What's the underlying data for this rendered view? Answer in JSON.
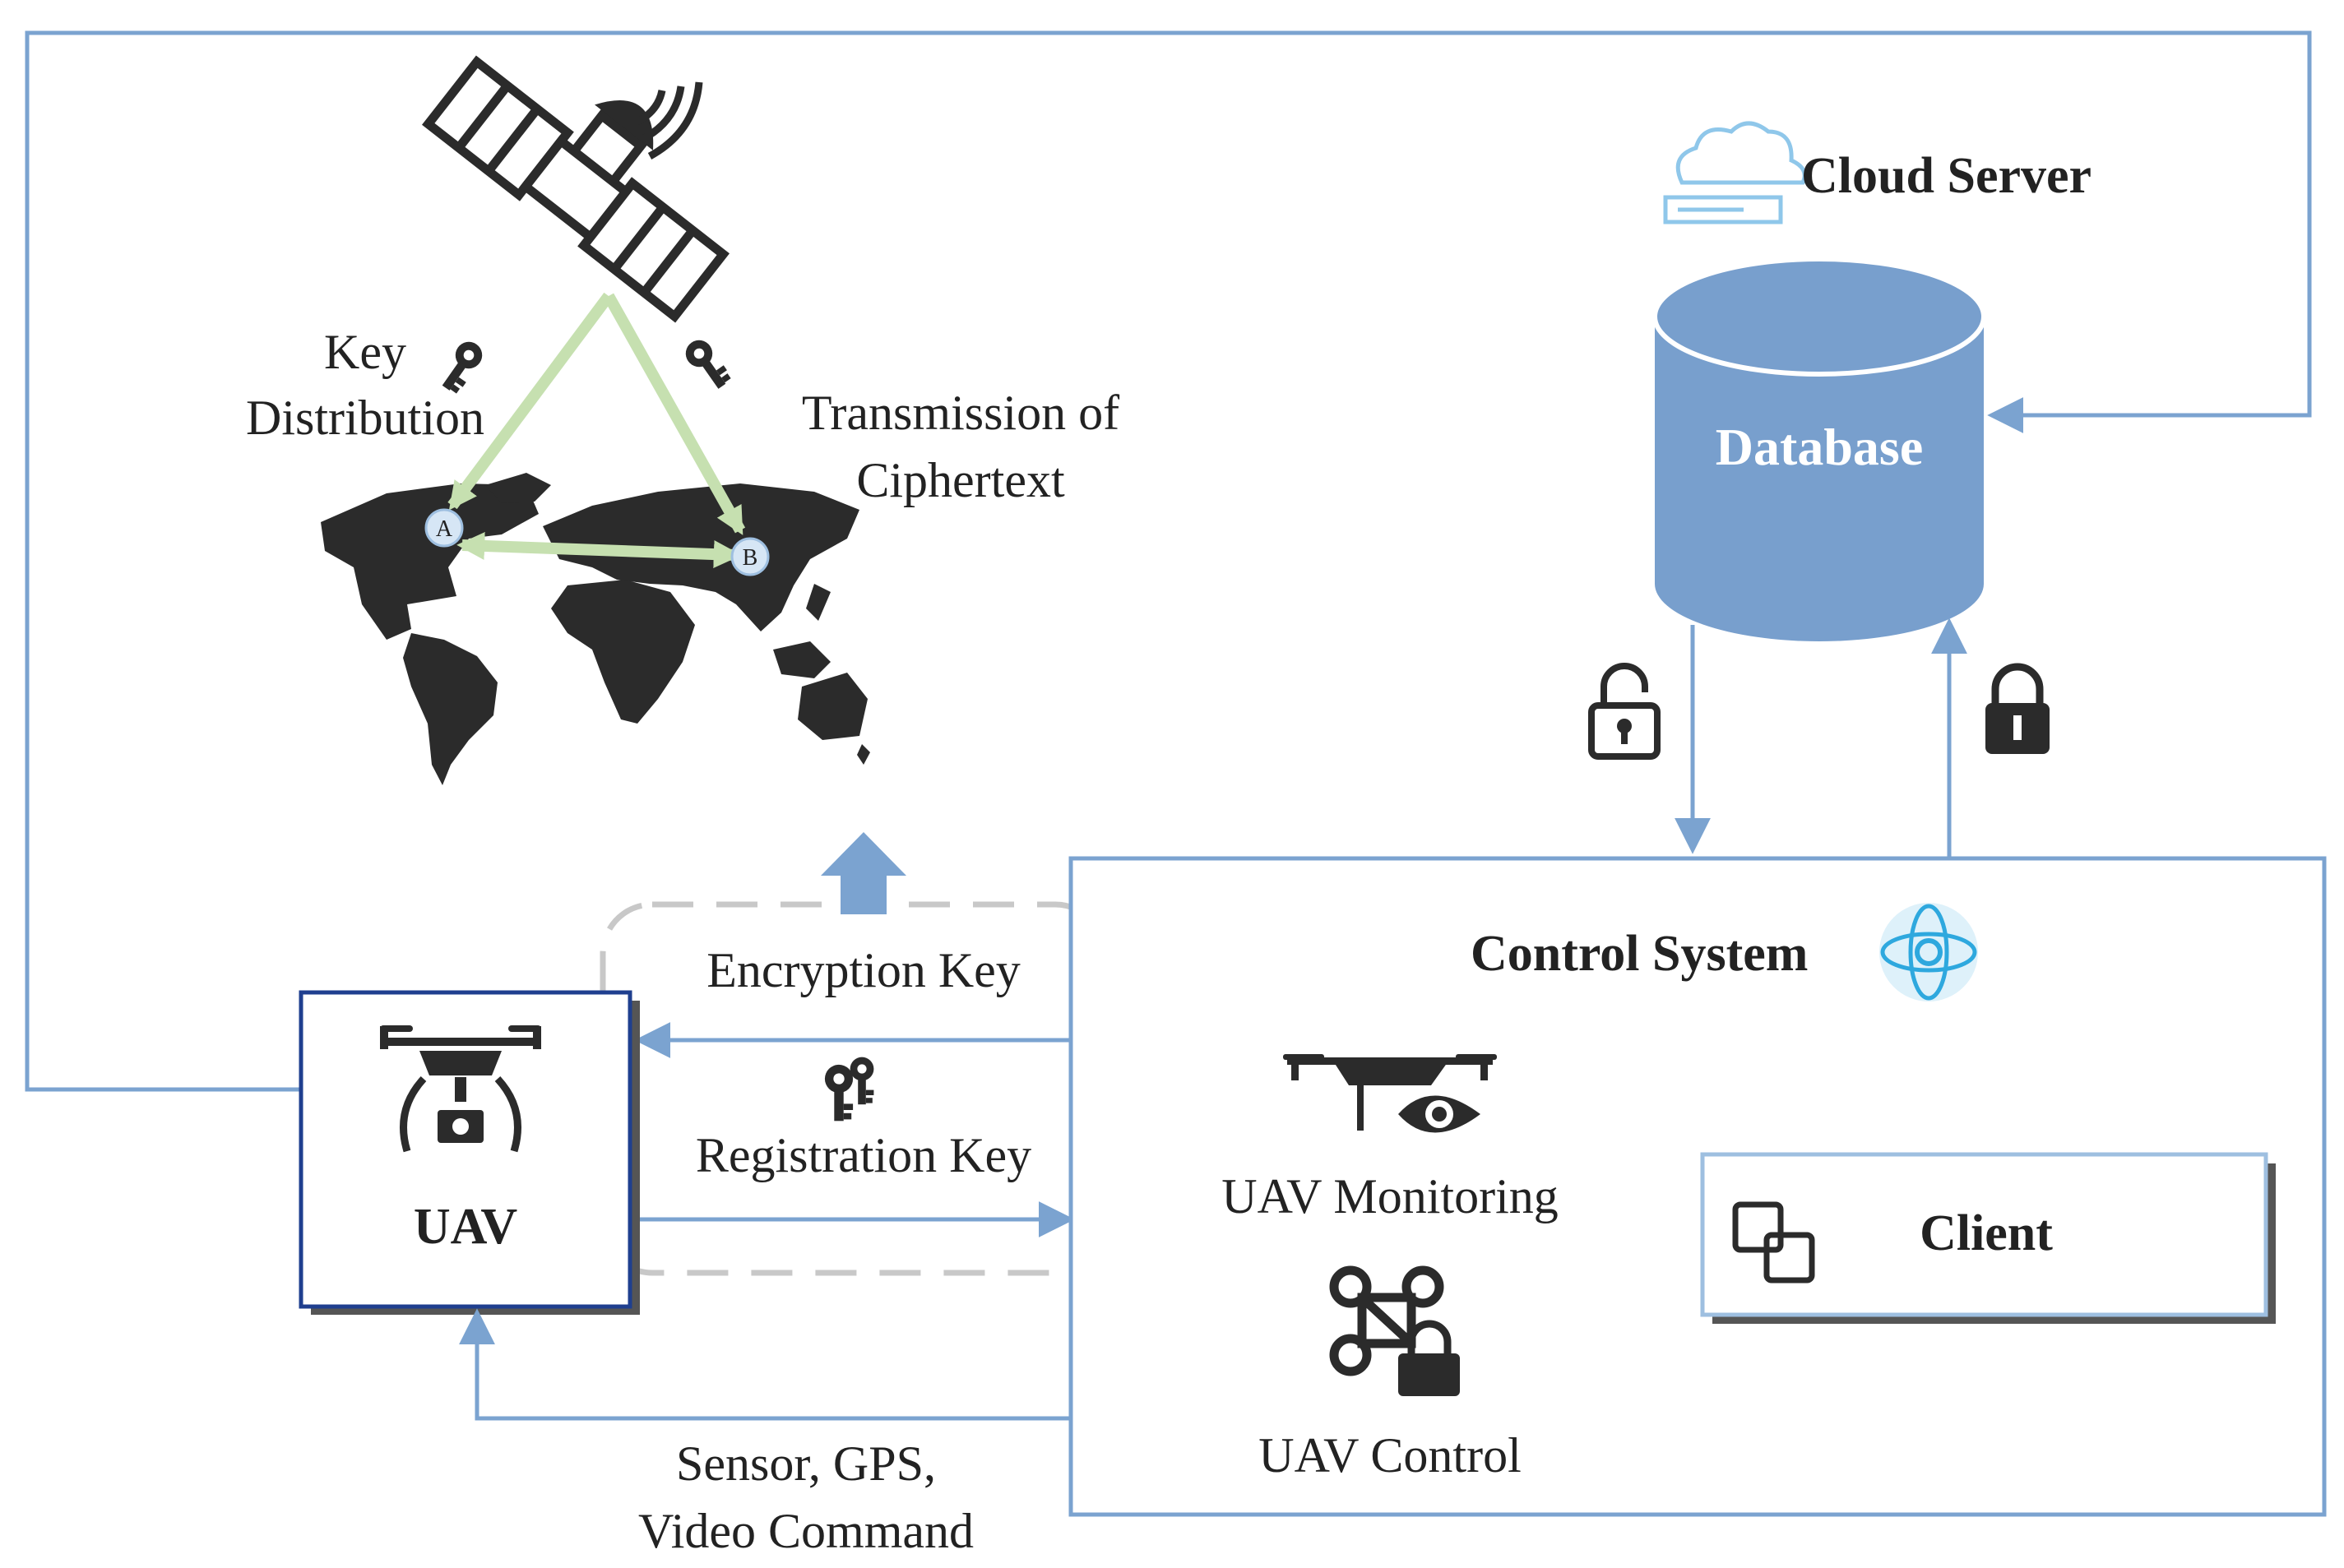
{
  "satellite": {
    "key_distribution": [
      "Key",
      "Distribution"
    ],
    "transmission": [
      "Transmission of",
      "Ciphertext"
    ],
    "node_a": "A",
    "node_b": "B",
    "icons": [
      "satellite-icon",
      "world-map-icon",
      "key-icon"
    ]
  },
  "cloud": {
    "title": "Cloud Server",
    "database": "Database",
    "icons": [
      "cloud-server-icon",
      "database-icon",
      "unlocked-padlock-icon",
      "locked-padlock-icon"
    ]
  },
  "uav": {
    "label": "UAV",
    "icon": "drone-camera-icon"
  },
  "keys": {
    "encryption": "Encryption Key",
    "registration": "Registration Key"
  },
  "control": {
    "title": "Control System",
    "monitoring": "UAV Monitoring",
    "control": "UAV Control",
    "client": "Client",
    "icons": [
      "control-gear-icon",
      "drone-eye-icon",
      "drone-lock-icon",
      "client-windows-icon"
    ]
  },
  "sensor": [
    "Sensor, GPS,",
    "Video Command"
  ],
  "colors": {
    "line": "#7ba3d0",
    "database": "#789fcd",
    "green_arrow": "#c6e0b0",
    "dark": "#2b2b2b",
    "uav_border": "#1f3f8f",
    "dash": "#c8c8c8"
  }
}
